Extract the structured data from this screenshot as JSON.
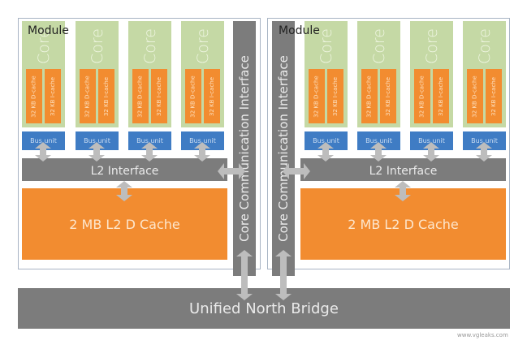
{
  "modules": [
    {
      "label": "Module",
      "cores": [
        "Core",
        "Core",
        "Core",
        "Core"
      ],
      "dcache": "32 KB D-cache",
      "icache": "32 KB I-cache",
      "bus_unit": "Bus unit",
      "l2_interface": "L2 Interface",
      "l2_cache": "2 MB L2 D Cache",
      "cci": "Core Communication Interface"
    },
    {
      "label": "Module",
      "cores": [
        "Core",
        "Core",
        "Core",
        "Core"
      ],
      "dcache": "32 KB D-cache",
      "icache": "32 KB I-cache",
      "bus_unit": "Bus unit",
      "l2_interface": "L2 Interface",
      "l2_cache": "2 MB L2 D Cache",
      "cci": "Core Communication Interface"
    }
  ],
  "north_bridge": "Unified North Bridge",
  "watermark": "www.vgleaks.com",
  "colors": {
    "core": "#c5d9a5",
    "cache": "#f28c30",
    "bus": "#3f7cc4",
    "interface": "#7c7c7c",
    "arrow": "#bdbdbd"
  }
}
